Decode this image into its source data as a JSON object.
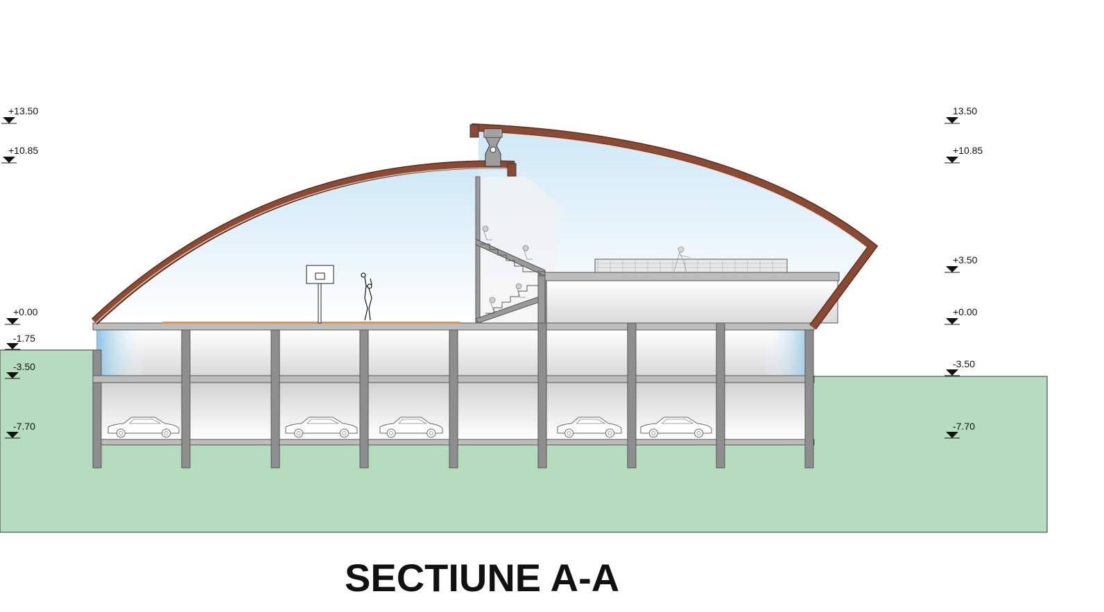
{
  "drawing": {
    "title": "SECTIUNE A-A"
  },
  "levels_left": [
    "+13.50",
    "+10.85",
    "+0.00",
    "-1.75",
    "-3.50",
    "-7.70"
  ],
  "levels_right": [
    "13.50",
    "+10.85",
    "+3.50",
    "+0.00",
    "-3.50",
    "-7.70"
  ],
  "colors": {
    "ground": "#b5dcbf",
    "roof": "#8b4a33",
    "structure": "#8e8e8e",
    "glazing": "#d6ecf8"
  }
}
